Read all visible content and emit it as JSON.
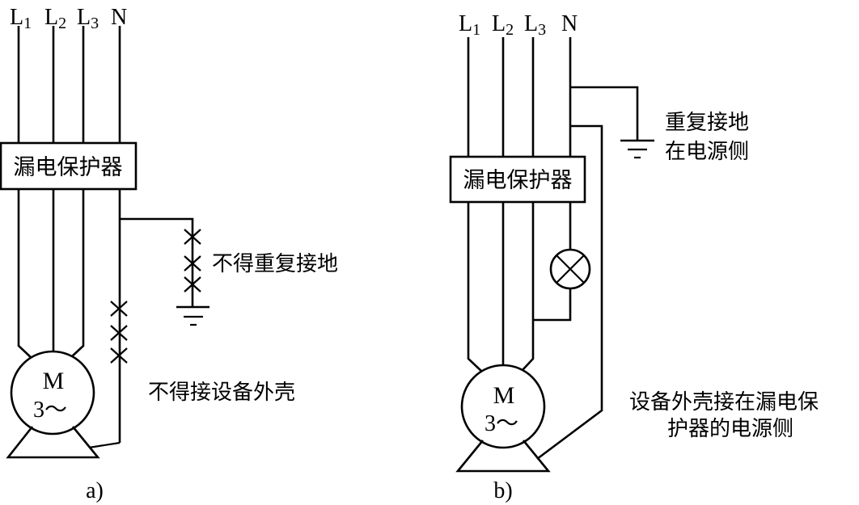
{
  "figure": {
    "panel_a": {
      "caption": "a)",
      "phase_labels": [
        {
          "main": "L",
          "sub": "1"
        },
        {
          "main": "L",
          "sub": "2"
        },
        {
          "main": "L",
          "sub": "3"
        },
        {
          "main": "N",
          "sub": ""
        }
      ],
      "breaker_label": "漏电保护器",
      "motor": {
        "letter": "M",
        "phase": "3～"
      },
      "notes": {
        "no_repeat_ground": "不得重复接地",
        "no_casing": "不得接设备外壳"
      }
    },
    "panel_b": {
      "caption": "b)",
      "phase_labels": [
        {
          "main": "L",
          "sub": "1"
        },
        {
          "main": "L",
          "sub": "2"
        },
        {
          "main": "L",
          "sub": "3"
        },
        {
          "main": "N",
          "sub": ""
        }
      ],
      "breaker_label": "漏电保护器",
      "motor": {
        "letter": "M",
        "phase": "3～"
      },
      "notes": {
        "repeat_ground_line1": "重复接地",
        "repeat_ground_line2": "在电源侧",
        "casing_line1": "设备外壳接在漏电保",
        "casing_line2": "护器的电源侧"
      }
    }
  }
}
